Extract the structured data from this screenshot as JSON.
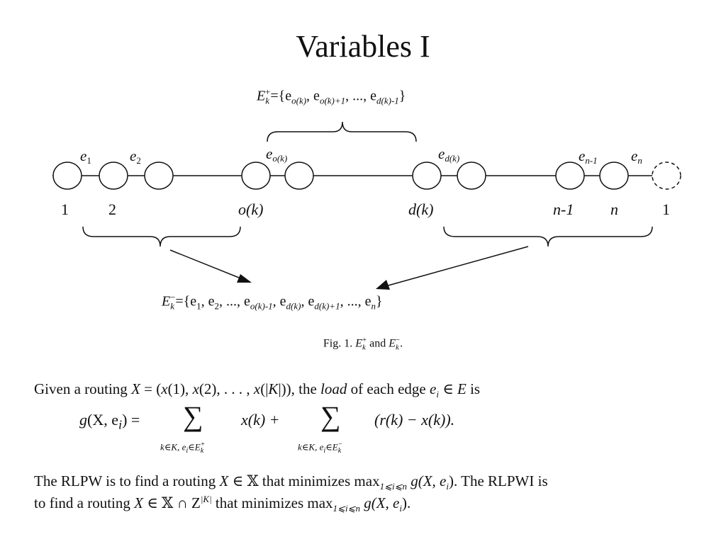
{
  "title": "Variables I",
  "diagram": {
    "e_plus": {
      "lhs": "E",
      "sub": "k",
      "sup": "+",
      "set": "={e",
      "t1": "o(k)",
      "c1": ", e",
      "t2": "o(k)+1",
      "c2": ", ..., e",
      "t3": "d(k)-1",
      "end": "}"
    },
    "e_minus": {
      "lhs": "E",
      "sub": "k",
      "sup": "−",
      "set": "={e",
      "t1": "1",
      "c1": ", e",
      "t2": "2",
      "c2": ", ..., e",
      "t3": "o(k)-1",
      "c3": ", e",
      "t4": "d(k)",
      "c4": ", e",
      "t5": "d(k)+1",
      "c5": ", ..., e",
      "t6": "n",
      "end": "}"
    },
    "edge_labels": {
      "e1": "1",
      "e2": "2",
      "eo": "o(k)",
      "ed": "d(k)",
      "en1": "n-1",
      "en": "n"
    },
    "node_labels": {
      "n1": "1",
      "n2": "2",
      "ok": "o(k)",
      "dk": "d(k)",
      "nm1": "n-1",
      "nn": "n",
      "n1b": "1"
    },
    "e_letter": "e"
  },
  "caption": {
    "prefix": "Fig. 1.",
    "E": "E",
    "k": "k",
    "plus": "+",
    "and": "and",
    "minus": "−",
    "dot": "."
  },
  "paragraph1": {
    "a": "Given a routing ",
    "b": "X",
    "c": " = (",
    "d": "x",
    "e": "(1), ",
    "f": "x",
    "g": "(2), . . . , ",
    "h": "x",
    "i": "(|",
    "j": "K",
    "k": "|)), the ",
    "l": "load",
    "m": " of each edge ",
    "n": "e",
    "o": "i",
    "p": " ∈ ",
    "q": "E",
    "r": " is"
  },
  "equation": {
    "lhs_g": "g",
    "lhs_args": "(X, e",
    "lhs_i": "i",
    "lhs_close": ") =",
    "sum1": "∑",
    "term1": "x(k) +",
    "sum2": "∑",
    "term2": "(r(k) − x(k)).",
    "under1": "k∈K, e",
    "under1_i": "i",
    "under1_in": "∈E",
    "under1_k": "k",
    "under1_sup": "+",
    "under2": "k∈K, e",
    "under2_i": "i",
    "under2_in": "∈E",
    "under2_k": "k",
    "under2_sup": "−"
  },
  "paragraph2": {
    "a": "The RLPW is to find a routing ",
    "b": "X",
    "c": " ∈ 𝕏 that minimizes max",
    "d": "1⩽i⩽n",
    "e": " g(X, e",
    "f": "i",
    "g": "). The RLPWI is"
  },
  "paragraph3": {
    "a": "to find a routing ",
    "b": "X",
    "c": " ∈ 𝕏 ∩ Z",
    "d": "|K|",
    "e": " that minimizes max",
    "f": "1⩽i⩽n",
    "g": " g(X, e",
    "h": "i",
    "i": ")."
  }
}
